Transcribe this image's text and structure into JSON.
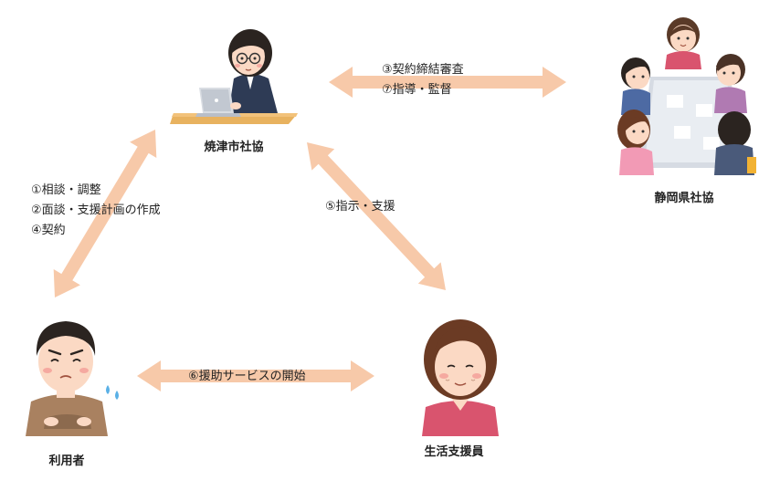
{
  "nodes": {
    "shakyo": {
      "label": "焼津市社協",
      "icon": "office-worker-at-laptop-icon"
    },
    "kenshakyo": {
      "label": "静岡県社協",
      "icon": "meeting-group-icon"
    },
    "user": {
      "label": "利用者",
      "icon": "worried-man-icon"
    },
    "supporter": {
      "label": "生活支援員",
      "icon": "elderly-woman-icon"
    }
  },
  "edges": {
    "shakyo_kenshakyo": [
      "③契約締結審査",
      "⑦指導・監督"
    ],
    "shakyo_user": [
      "①相談・調整",
      "②面談・支援計画の作成",
      "④契約"
    ],
    "shakyo_supporter": [
      "⑤指示・支援"
    ],
    "user_supporter": [
      "⑥援助サービスの開始"
    ]
  },
  "colors": {
    "arrow": "#f7c9a9",
    "skin": "#fbd9c4",
    "hair": "#2b2420",
    "table": "#f2c27a",
    "suit": "#2e3b55",
    "man_shirt": "#a98160",
    "woman_shirt": "#d9546e"
  }
}
